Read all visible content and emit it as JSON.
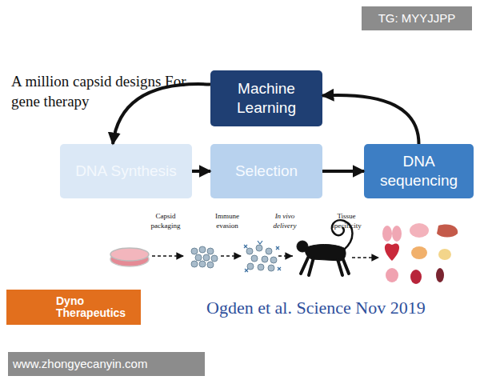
{
  "diagram": {
    "nodes": [
      {
        "text": [
          "Machine Learning"
        ]
      },
      {
        "text": [
          "DNA Synthesis"
        ]
      },
      {
        "text": [
          "Selection"
        ]
      },
      {
        "text": [
          "DNA sequencing"
        ]
      }
    ],
    "edges": [
      {
        "from": 0,
        "to": 1,
        "arrow": "to"
      },
      {
        "from": 1,
        "to": 2,
        "arrow": "to"
      },
      {
        "from": 2,
        "to": 3,
        "arrow": "to"
      },
      {
        "from": 3,
        "to": 0,
        "arrow": "to"
      }
    ],
    "labels": [
      "A million capsid designs For gene therapy",
      "Capsid packaging",
      "Immune evasion",
      "In vivo delivery",
      "Tissue specificity",
      "Dyno Therapeutics",
      "Ogden et al. Science Nov 2019",
      "TG: MYYJJPP",
      "www.zhongyecanyin.com"
    ]
  }
}
